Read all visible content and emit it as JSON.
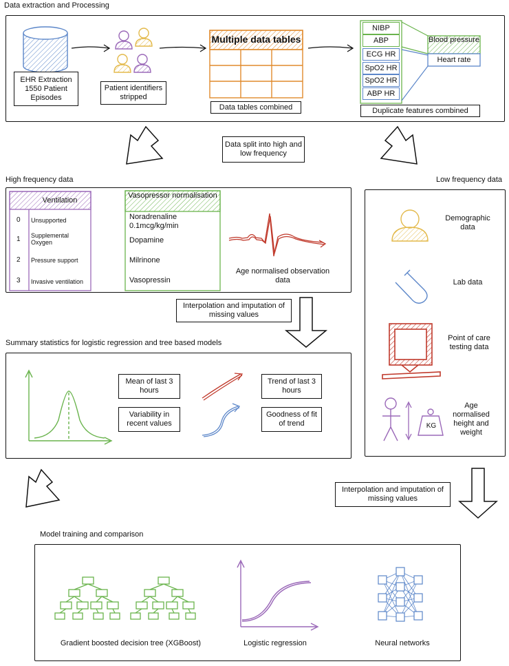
{
  "sections": {
    "extraction": "Data extraction and Processing",
    "high_freq": "High frequency data",
    "low_freq": "Low frequency data",
    "summary": "Summary statistics for logistic regression and tree based models",
    "model": "Model training and comparison"
  },
  "extraction": {
    "ehr": "EHR Extraction 1550 Patient Episodes",
    "patients": "Patient identifiers stripped",
    "tables_title": "Multiple data tables",
    "tables_caption": "Data tables combined",
    "features": [
      "NIBP",
      "ABP",
      "ECG HR",
      "SpO2 HR",
      "SpO2 HR",
      "ABP HR"
    ],
    "combined": [
      "Blood pressure",
      "Heart rate"
    ],
    "features_caption": "Duplicate features combined"
  },
  "split_label": "Data split into high and low frequency",
  "ventilation": {
    "title": "Ventilation",
    "rows": [
      {
        "num": "0",
        "label": "Unsupported"
      },
      {
        "num": "1",
        "label": "Supplemental Oxygen"
      },
      {
        "num": "2",
        "label": "Pressure support"
      },
      {
        "num": "3",
        "label": "Invasive ventilation"
      }
    ]
  },
  "vasopressor": {
    "title": "Vasopressor normalisation",
    "items": [
      "Noradrenaline 0.1mcg/kg/min",
      "Dopamine",
      "Milrinone",
      "Vasopressin"
    ]
  },
  "age_obs": "Age normalised observation data",
  "interp1": "Interpolation and imputation of missing values",
  "interp2": "Interpolation and imputation of missing values",
  "stats": {
    "mean": "Mean of last 3 hours",
    "trend": "Trend of last 3 hours",
    "variability": "Variability in recent values",
    "goodness": "Goodness of fit of trend"
  },
  "low": {
    "demographic": "Demographic data",
    "lab": "Lab data",
    "poc": "Point of care testing data",
    "age_hw": "Age normalised height and weight",
    "kg": "KG"
  },
  "models": {
    "gbt": "Gradient boosted decision tree (XGBoost)",
    "logreg": "Logistic regression",
    "nn": "Neural networks"
  },
  "colors": {
    "blue": "#5b86c9",
    "green": "#69b34c",
    "orange": "#e08a2c",
    "purple": "#9a68b8",
    "yellow": "#e3b94a",
    "red": "#c0392b"
  }
}
